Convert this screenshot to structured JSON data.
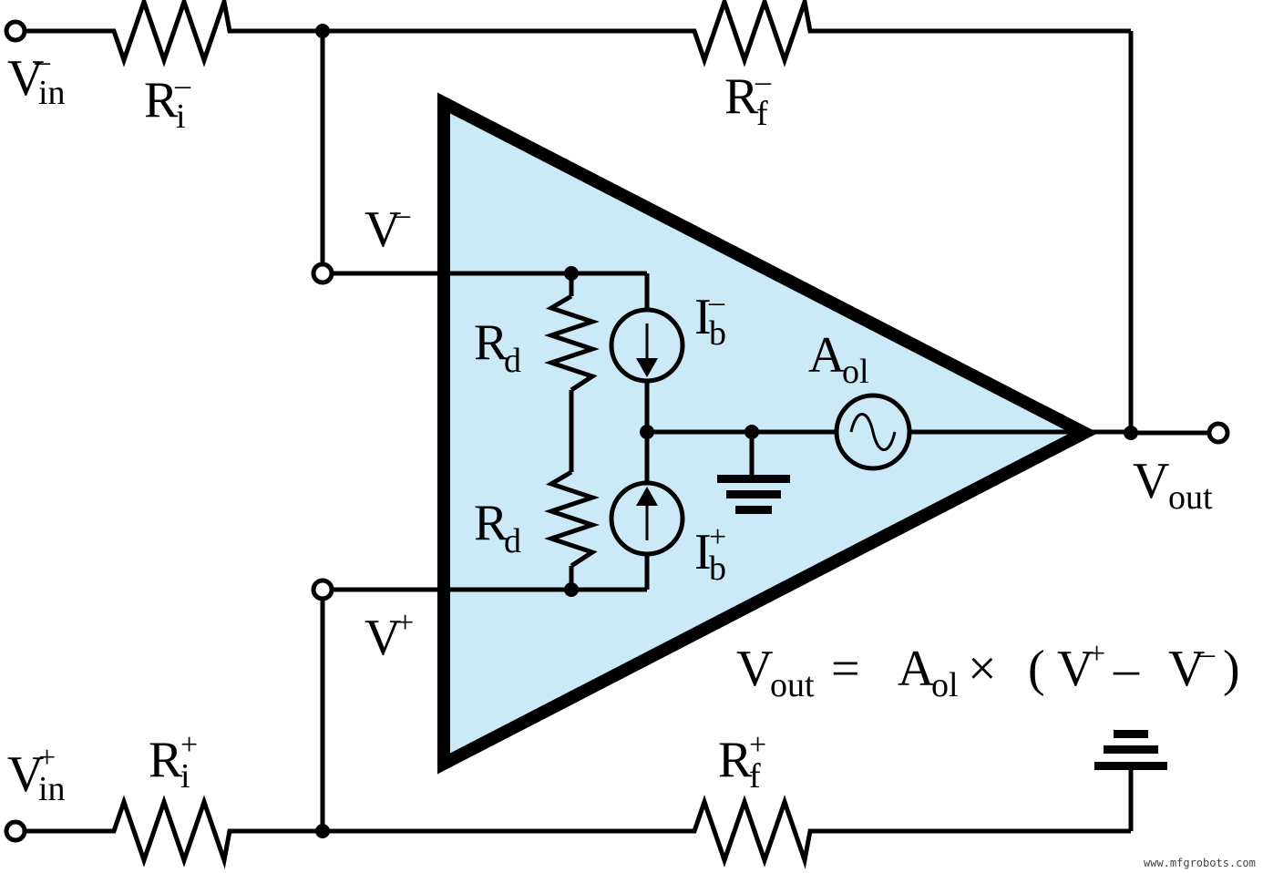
{
  "colors": {
    "amp_fill": "#cce9f8",
    "wire": "#000000",
    "background": "#ffffff"
  },
  "labels": {
    "vin_minus": {
      "base": "V",
      "sub": "in",
      "sup": "–"
    },
    "vin_plus": {
      "base": "V",
      "sub": "in",
      "sup": "+"
    },
    "ri_minus": {
      "base": "R",
      "sub": "i",
      "sup": "–"
    },
    "ri_plus": {
      "base": "R",
      "sub": "i",
      "sup": "+"
    },
    "rf_minus": {
      "base": "R",
      "sub": "f",
      "sup": "–"
    },
    "rf_plus": {
      "base": "R",
      "sub": "f",
      "sup": "+"
    },
    "v_minus": {
      "base": "V",
      "sup": "–"
    },
    "v_plus": {
      "base": "V",
      "sup": "+"
    },
    "rd_top": {
      "base": "R",
      "sub": "d"
    },
    "rd_bottom": {
      "base": "R",
      "sub": "d"
    },
    "ib_minus": {
      "base": "I",
      "sub": "b",
      "sup": "–"
    },
    "ib_plus": {
      "base": "I",
      "sub": "b",
      "sup": "+"
    },
    "aol": {
      "base": "A",
      "sub": "ol"
    },
    "vout": {
      "base": "V",
      "sub": "out"
    }
  },
  "equation": {
    "lhs_base": "V",
    "lhs_sub": "out",
    "equals": "=",
    "gain_base": "A",
    "gain_sub": "ol",
    "times": "×",
    "open_paren": "(",
    "v1_base": "V",
    "v1_sup": "+",
    "minus": "–",
    "v2_base": "V",
    "v2_sup": "–",
    "close_paren": ")"
  },
  "watermark": "www.mfgrobots.com"
}
